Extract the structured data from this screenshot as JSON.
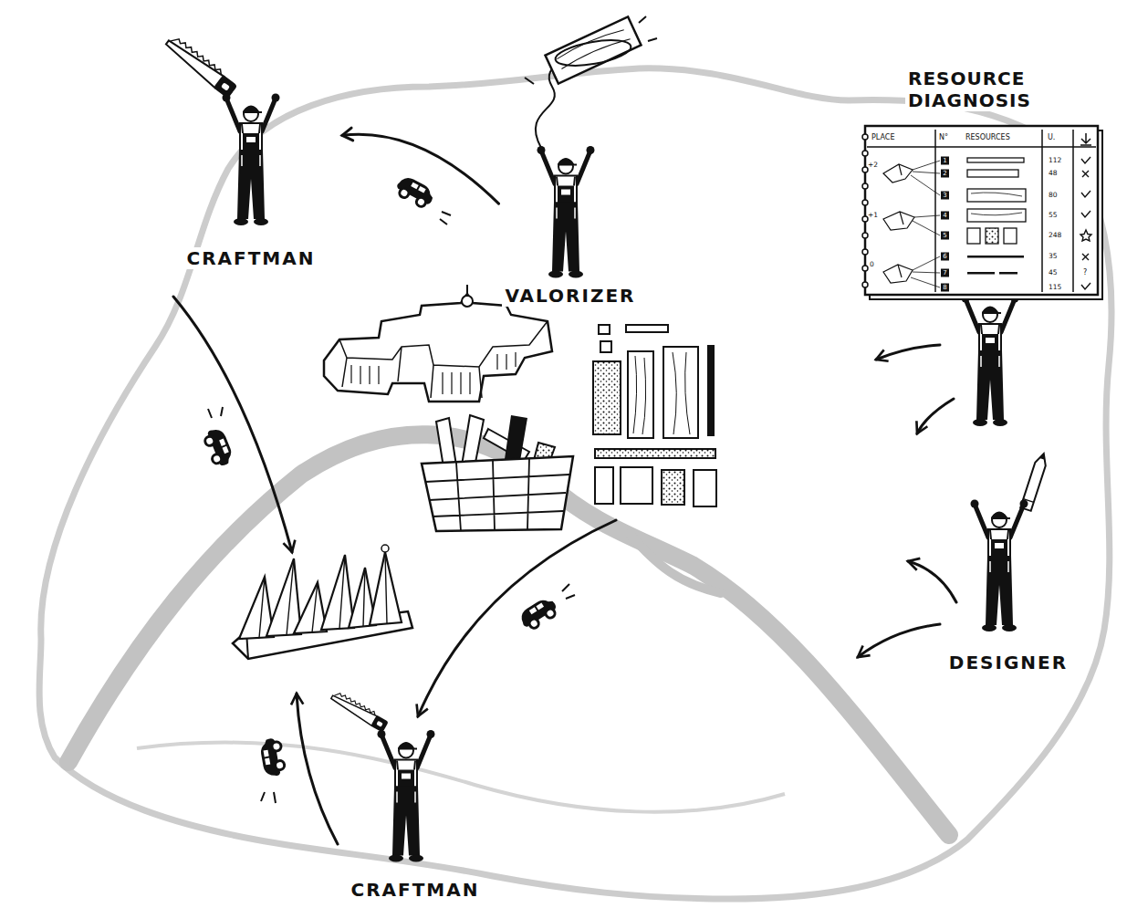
{
  "diagram": {
    "nodes": [
      {
        "text": [
          "CRAFTMAN"
        ]
      },
      {
        "text": [
          "VALORIZER"
        ]
      },
      {
        "text": [
          "RESOURCE DIAGNOSIS"
        ]
      },
      {
        "text": [
          "DESIGNER"
        ]
      },
      {
        "text": [
          "CRAFTMAN"
        ]
      }
    ],
    "edges": [
      {
        "from": 1,
        "to": 0,
        "arrow": "to"
      }
    ],
    "labels": [
      "PLACE",
      "N°",
      "RESOURCES",
      "U.",
      "+2",
      "+1",
      "0",
      "1",
      "2",
      "3",
      "4",
      "5",
      "6",
      "7",
      "8",
      "112",
      "48",
      "80",
      "55",
      "248",
      "35",
      "45",
      "115",
      "?"
    ]
  }
}
